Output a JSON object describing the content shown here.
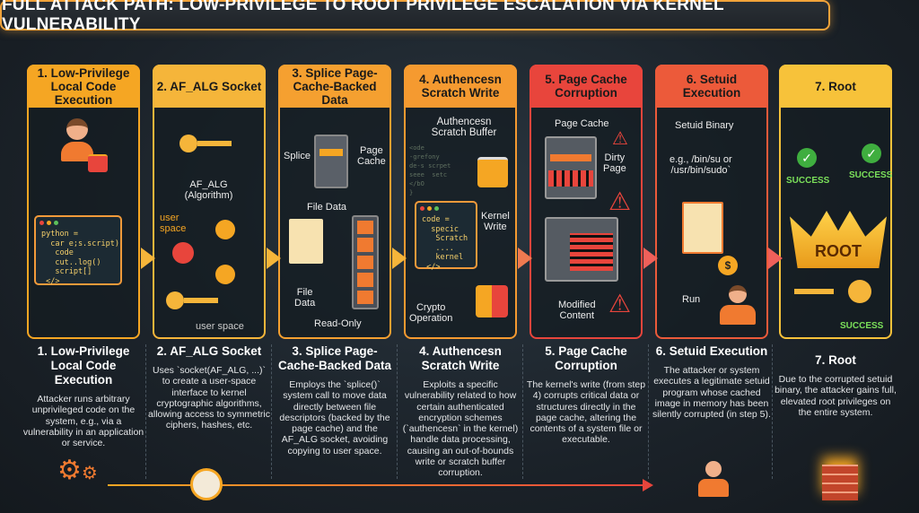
{
  "title": "FULL ATTACK PATH: LOW-PRIVILEGE TO ROOT PRIVILEGE ESCALATION VIA KERNEL VULNERABILITY",
  "colors": {
    "orange": "#f5a623",
    "red": "#e8453c",
    "gold": "#f7c23a",
    "bg": "#1b2229"
  },
  "steps": [
    {
      "header": "1. Low-Privilege Local Code Execution",
      "title": "1. Low-Privilege Local Code Execution",
      "desc": "Attacker runs arbitrary unprivileged code on the system, e.g., via a vulnerability in an application or service.",
      "color": "#f5a623"
    },
    {
      "header": "2. AF_ALG Socket",
      "title": "2. AF_ALG Socket",
      "desc": "Uses `socket(AF_ALG, ...)` to create a user-space interface to kernel cryptographic algorithms, allowing access to symmetric ciphers, hashes, etc.",
      "color": "#f5b53a"
    },
    {
      "header": "3. Splice Page-Cache-Backed Data",
      "title": "3. Splice Page-Cache-Backed Data",
      "desc": "Employs the `splice()` system call to move data directly between file descriptors (backed by the page cache) and the AF_ALG socket, avoiding copying to user space.",
      "color": "#f5a030"
    },
    {
      "header": "4. Authencesn Scratch Write",
      "title": "4. Authencesn Scratch Write",
      "desc": "Exploits a specific vulnerability related to how certain authenticated encryption schemes (`authencesn` in the kernel) handle data processing, causing an out-of-bounds write or scratch buffer corruption.",
      "color": "#f59a30"
    },
    {
      "header": "5. Page Cache Corruption",
      "title": "5. Page Cache Corruption",
      "desc": "The kernel's write (from step 4) corrupts critical data or structures directly in the page cache, altering the contents of a system file or executable.",
      "color": "#e8453c"
    },
    {
      "header": "6. Setuid Execution",
      "title": "6. Setuid Execution",
      "desc": "The attacker or system executes a legitimate setuid program whose cached image in memory has been silently corrupted (in step 5).",
      "color": "#ec5a3a"
    },
    {
      "header": "7. Root",
      "title": "7. Root",
      "desc": "Due to the corrupted setuid binary, the attacker gains full, elevated root privileges on the entire system.",
      "color": "#f7c23a"
    }
  ],
  "p1": {
    "code": [
      "python =",
      "  car e;s.script)",
      "   code",
      "   cut..log()",
      "   script[]",
      " </>"
    ]
  },
  "p2": {
    "algo": "AF_ALG\n(Algorithm)",
    "user_space_1": "user\nspace",
    "user_space_2": "user space"
  },
  "p3": {
    "splice": "Splice",
    "page_cache": "Page\nCache",
    "file_data_1": "File Data",
    "file_data_2": "File\nData",
    "read_only": "Read-Only"
  },
  "p4": {
    "buffer": "Authencesn\nScratch Buffer",
    "faint_code": "<ode\n-grefony\nde-s scrpet\nseee  setc\n</bO\n}",
    "code": [
      "code =",
      "  specic",
      "   Scratch",
      "   ....",
      "   kernel",
      " </>"
    ],
    "kernel_write": "Kernel\nWrite",
    "crypto": "Crypto\nOperation"
  },
  "p5": {
    "page_cache": "Page Cache",
    "dirty": "Dirty\nPage",
    "modified": "Modified\nContent"
  },
  "p6": {
    "binary": "Setuid Binary",
    "example": "e.g., /bin/su or\n/usr/bin/sudo`",
    "run": "Run"
  },
  "p7": {
    "success": [
      "SUCCESS",
      "SUCCESS",
      "SUCCESS"
    ],
    "crown": "ROOT"
  }
}
